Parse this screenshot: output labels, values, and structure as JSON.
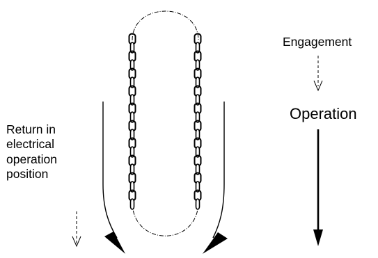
{
  "labels": {
    "return": [
      "Return in",
      "electrical",
      "operation",
      "position"
    ],
    "engagement": "Engagement",
    "operation": "Operation"
  },
  "colors": {
    "ink": "#000000",
    "background": "#ffffff"
  }
}
